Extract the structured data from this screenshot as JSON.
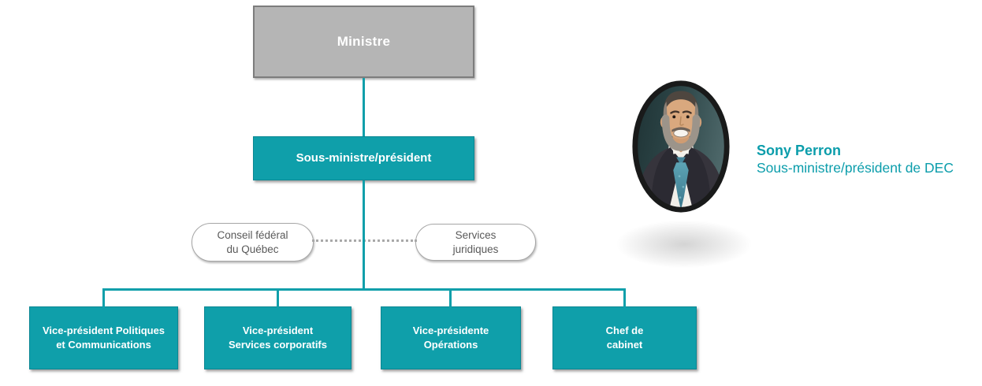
{
  "org_chart": {
    "ministre": {
      "label": "Ministre"
    },
    "sous_ministre": {
      "label": "Sous-ministre/président"
    },
    "side_nodes": [
      {
        "label": "Conseil fédéral\ndu Québec"
      },
      {
        "label": "Services\njuridiques"
      }
    ],
    "bottom_nodes": [
      {
        "label": "Vice-président Politiques\net Communications"
      },
      {
        "label": "Vice-président\nServices corporatifs"
      },
      {
        "label": "Vice-présidente\nOpérations"
      },
      {
        "label": "Chef de\ncabinet"
      }
    ]
  },
  "profile": {
    "name": "Sony Perron",
    "title": "Sous-ministre/président de DEC",
    "photo_icon": "portrait-photo"
  },
  "colors": {
    "teal": "#0f9faa",
    "teal_border": "#0a8793",
    "gray_box": "#b5b5b5",
    "gray_border": "#7d7d7d",
    "pill_border": "#a6a6a6",
    "pill_text": "#595959",
    "dotted_line": "#a9a9a9",
    "profile_text": "#0b9dab"
  }
}
